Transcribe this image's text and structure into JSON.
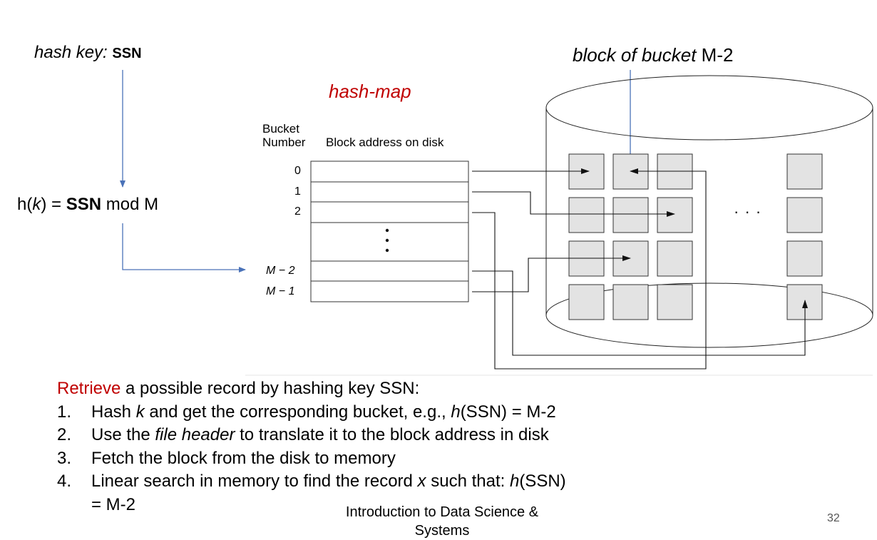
{
  "hash_key": {
    "label": "hash key:",
    "key": "SSN"
  },
  "hash_function": {
    "h": "h",
    "k": "k",
    "eq": ") = ",
    "key": "SSN",
    "rest": " mod M"
  },
  "hashmap_title": "hash-map",
  "block_title": {
    "italic": "block of bucket",
    "rest": " M-2"
  },
  "table": {
    "col1_line1": "Bucket",
    "col1_line2": "Number",
    "col2": "Block address on disk",
    "buckets": [
      "0",
      "1",
      "2",
      "M − 2",
      "M − 1"
    ],
    "ellipsis": "⋮"
  },
  "disk_ellipsis": "· · ·",
  "steps": {
    "intro_red": "Retrieve",
    "intro_rest": " a possible record by hashing key SSN:",
    "items": [
      {
        "num": "1.",
        "pre": "Hash ",
        "k": "k",
        "mid": " and get the corresponding bucket, e.g., ",
        "h": "h",
        "post": "(SSN) = M-2"
      },
      {
        "num": "2.",
        "pre": "Use the ",
        "em": "file header",
        "post": " to translate it to the block address in disk"
      },
      {
        "num": "3.",
        "text": "Fetch the block from the disk to memory"
      },
      {
        "num": "4.",
        "pre": "Linear search in memory to find the record ",
        "x": "x",
        "mid": " such that: ",
        "h": "h",
        "post": "(SSN)",
        "cont": "= M-2"
      }
    ]
  },
  "footer": {
    "line1": "Introduction to Data Science &",
    "line2": "Systems"
  },
  "page_number": "32",
  "colors": {
    "arrow_blue": "#4a72b8",
    "accent_red": "#c00000",
    "block_fill": "#e3e3e3"
  }
}
